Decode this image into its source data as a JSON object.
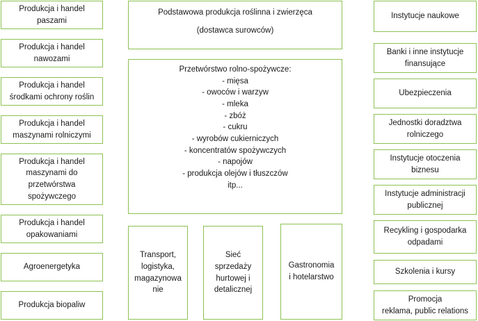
{
  "left": [
    {
      "name": "pasze",
      "lines": [
        "Produkcja i handel",
        "paszami"
      ]
    },
    {
      "name": "nawozy",
      "lines": [
        "Produkcja i handel",
        "nawozami"
      ]
    },
    {
      "name": "srodki-ochrony",
      "lines": [
        "Produkcja i handel",
        "środkami ochrony roślin"
      ]
    },
    {
      "name": "maszyny-rolnicze",
      "lines": [
        "Produkcja i handel",
        "maszynami rolniczymi"
      ]
    },
    {
      "name": "maszyny-przetworstwo",
      "lines": [
        "Produkcja i handel",
        "maszynami do",
        "przetwórstwa",
        "spożywczego"
      ]
    },
    {
      "name": "opakowania",
      "lines": [
        "Produkcja i handel",
        "opakowaniami"
      ]
    },
    {
      "name": "agroenergetyka",
      "lines": [
        "Agroenergetyka"
      ]
    },
    {
      "name": "biopaliwa",
      "lines": [
        "Produkcja biopaliw"
      ]
    }
  ],
  "center_top": {
    "lines": [
      "Podstawowa produkcja roślinna i zwierzęca",
      "(dostawca surowców)"
    ]
  },
  "center_processing": {
    "heading": "Przetwórstwo rolno-spożywcze:",
    "items": [
      "- mięsa",
      "- owoców i warzyw",
      "- mleka",
      "- zbóż",
      "- cukru",
      "- wyrobów cukierniczych",
      "- koncentratów spożywczych",
      "- napojów",
      "- produkcja olejów i tłuszczów",
      "itp..."
    ]
  },
  "bottom": [
    {
      "name": "transport",
      "lines": [
        "Transport,",
        "logistyka,",
        "magazynowa",
        "nie"
      ]
    },
    {
      "name": "siec-sprzedazy",
      "lines": [
        "Sieć",
        "sprzedaży",
        "hurtowej i",
        "detalicznej"
      ]
    },
    {
      "name": "gastronomia",
      "lines": [
        "Gastronomia",
        "i hotelarstwo"
      ]
    }
  ],
  "right": [
    {
      "name": "instytucje-naukowe",
      "lines": [
        "Instytucje naukowe"
      ]
    },
    {
      "name": "banki",
      "lines": [
        "Banki i inne instytucje",
        "finansujące"
      ]
    },
    {
      "name": "ubezpieczenia",
      "lines": [
        "Ubezpieczenia"
      ]
    },
    {
      "name": "doradztwo",
      "lines": [
        "Jednostki doradztwa",
        "rolniczego"
      ]
    },
    {
      "name": "otoczenie-biznesu",
      "lines": [
        "Instytucje otoczenia",
        "biznesu"
      ]
    },
    {
      "name": "administracja",
      "lines": [
        "Instytucje administracji",
        "publicznej"
      ]
    },
    {
      "name": "recykling",
      "lines": [
        "Recykling i gospodarka",
        "odpadami"
      ]
    },
    {
      "name": "szkolenia",
      "lines": [
        "Szkolenia i kursy"
      ]
    },
    {
      "name": "promocja",
      "lines": [
        "Promocja",
        "reklama, public relations"
      ]
    }
  ]
}
